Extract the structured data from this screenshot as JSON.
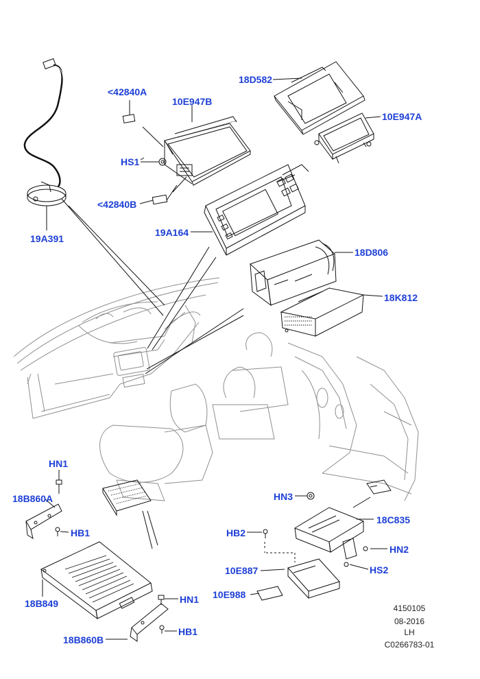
{
  "callouts": {
    "c19A391": "19A391",
    "c42840A": "<42840A",
    "c10E947B": "10E947B",
    "cHS1": "HS1",
    "c42840B": "<42840B",
    "c19A164": "19A164",
    "c18D582": "18D582",
    "c10E947A": "10E947A",
    "c18D806": "18D806",
    "c18K812": "18K812",
    "cHN1a": "HN1",
    "c18B860A": "18B860A",
    "cHB1a": "HB1",
    "c18B849": "18B849",
    "cHN1b": "HN1",
    "cHB1b": "HB1",
    "c18B860B": "18B860B",
    "cHN3": "HN3",
    "c18C835": "18C835",
    "cHB2": "HB2",
    "cHN2": "HN2",
    "c10E887": "10E887",
    "cHS2": "HS2",
    "c10E988": "10E988"
  },
  "ref": {
    "number": "4150105",
    "date": "08-2016",
    "side": "LH",
    "code": "C0266783-01"
  },
  "colors": {
    "callout": "#1d3fd6",
    "line": "#111111",
    "faint": "#9a9a9a"
  }
}
